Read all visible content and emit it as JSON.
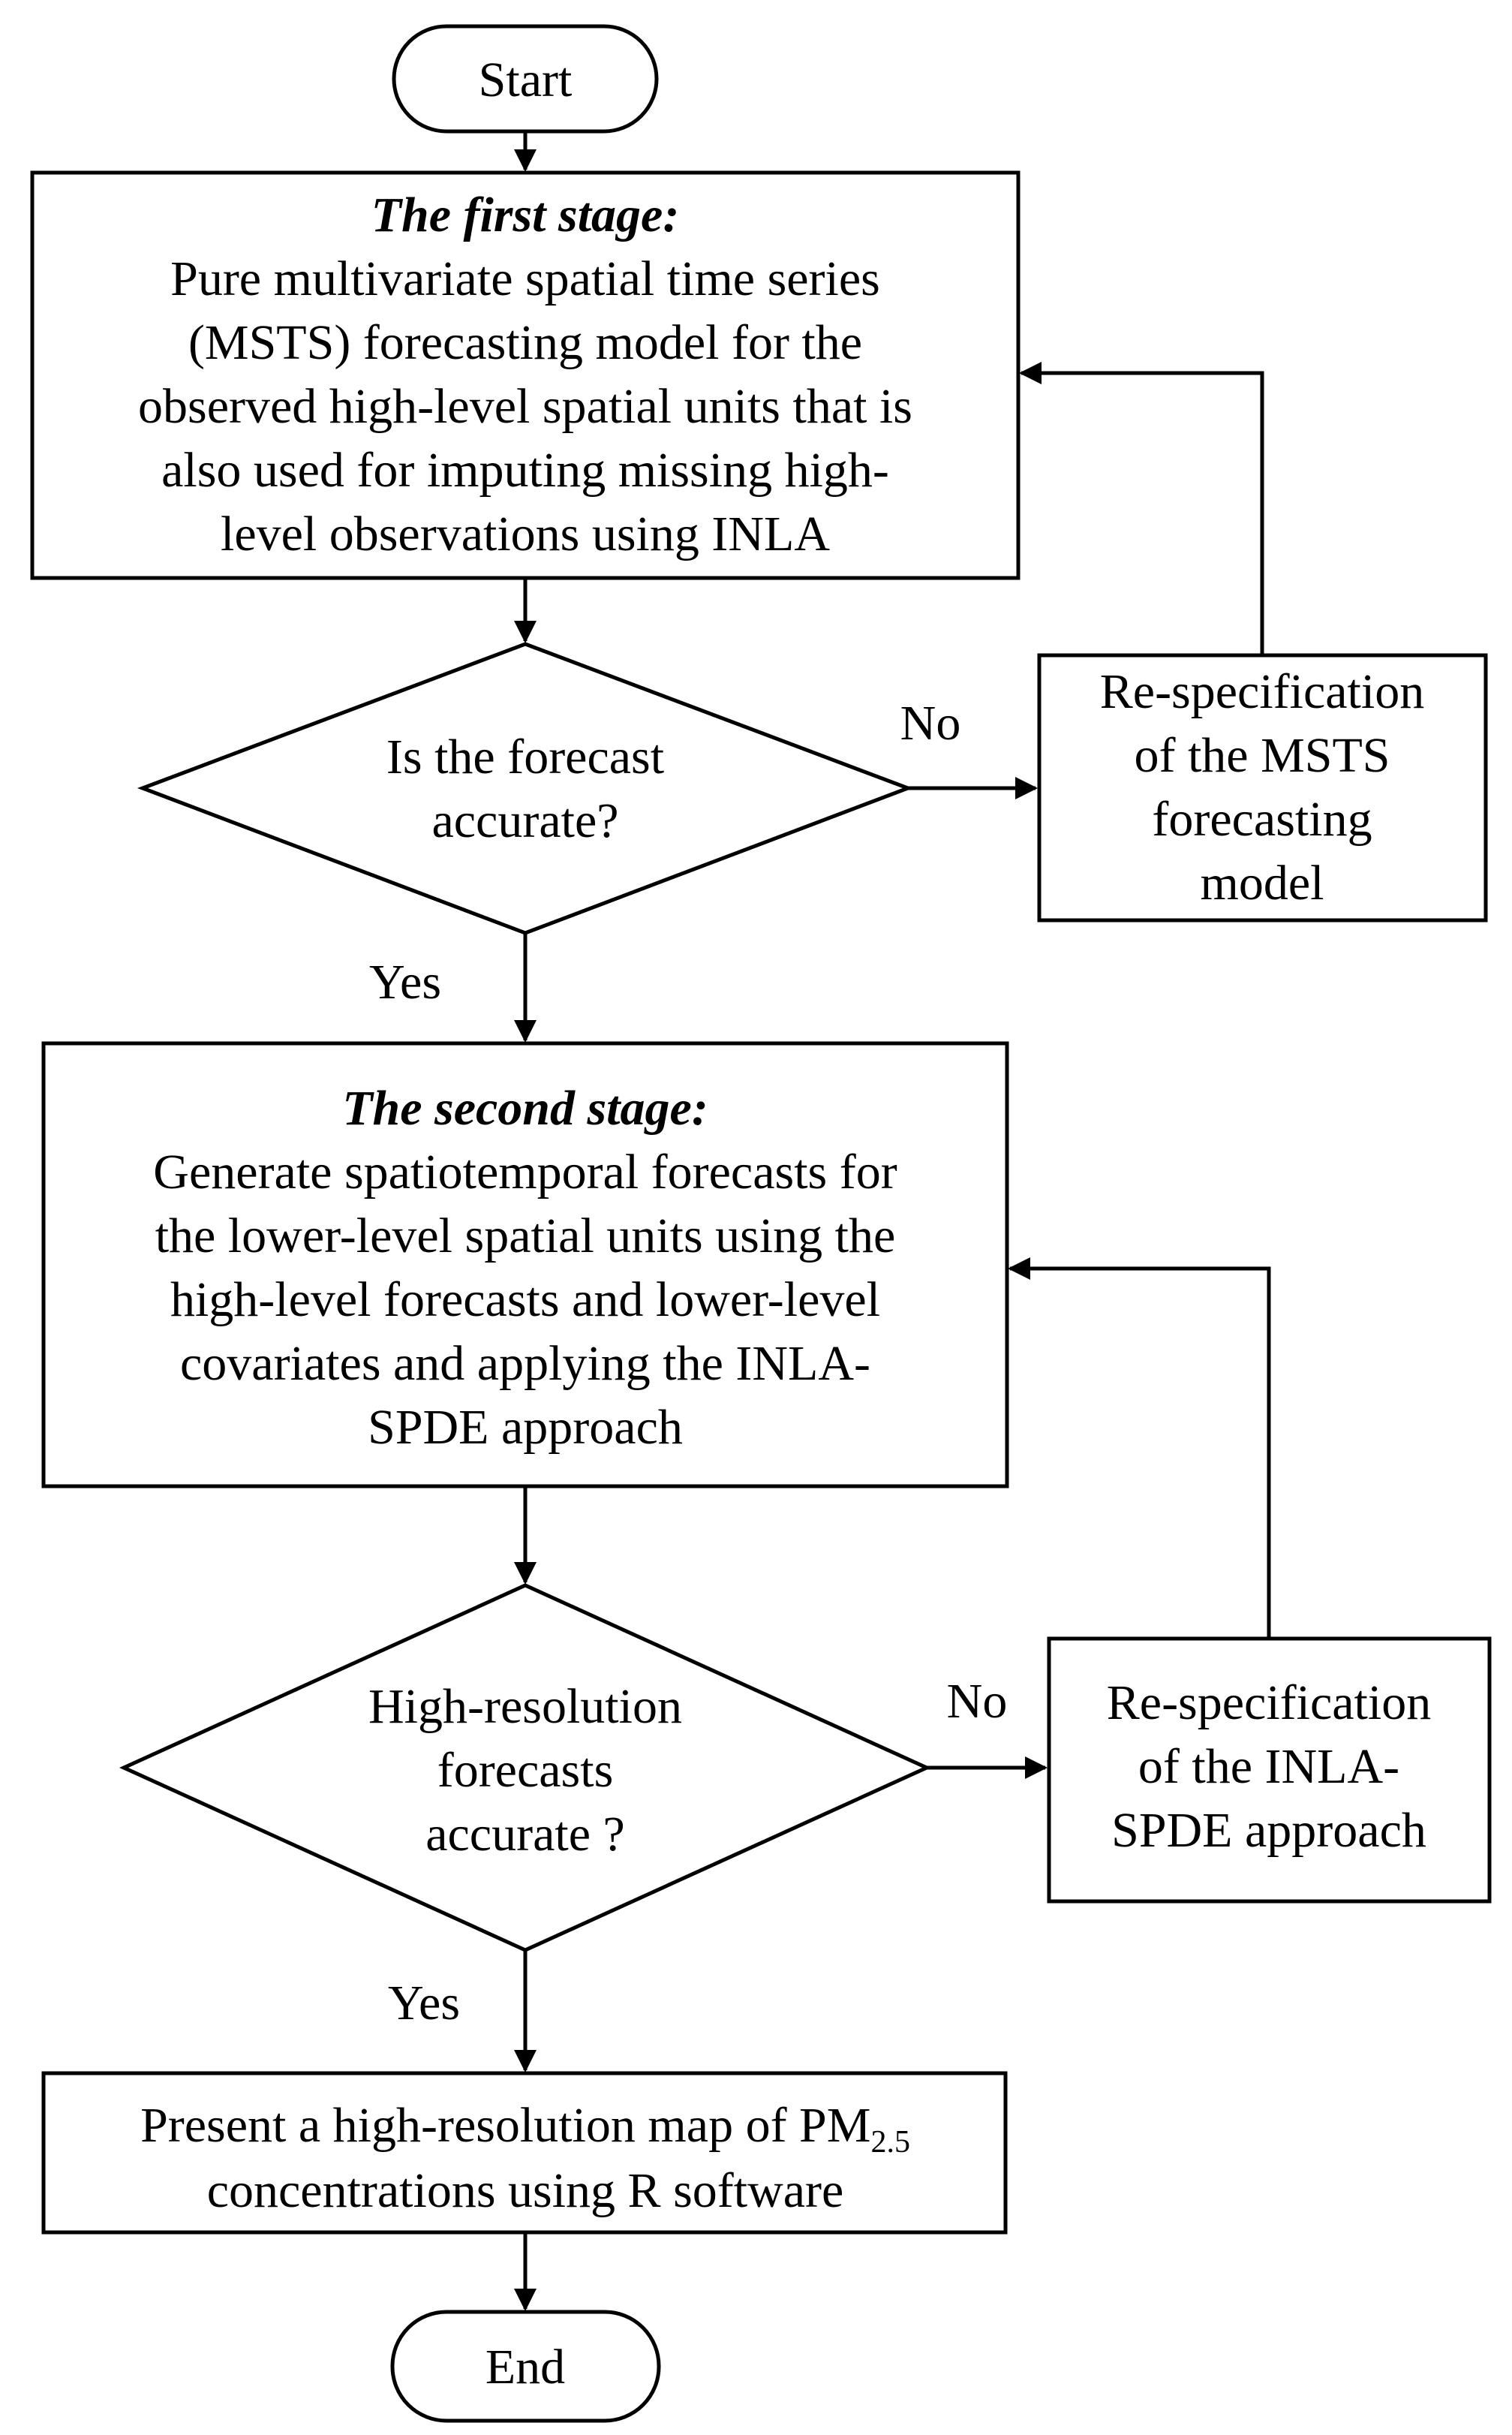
{
  "start": "Start",
  "stage1": {
    "title": "The first stage:",
    "lines": [
      "Pure multivariate spatial time series",
      "(MSTS)  forecasting model for the",
      "observed high-level spatial units that is",
      "also used for imputing missing high-",
      "level observations using INLA"
    ]
  },
  "decision1": {
    "lines": [
      "Is the forecast",
      "accurate?"
    ],
    "no": "No",
    "yes": "Yes"
  },
  "respec1": {
    "lines": [
      "Re-specification",
      "of the MSTS",
      "forecasting",
      "model"
    ]
  },
  "stage2": {
    "title": "The second stage:",
    "lines": [
      "Generate spatiotemporal forecasts for",
      "the lower-level spatial units using the",
      "high-level forecasts and lower-level",
      "covariates and applying the INLA-",
      "SPDE approach"
    ]
  },
  "decision2": {
    "lines": [
      "High-resolution",
      "forecasts",
      "accurate ?"
    ],
    "no": "No",
    "yes": "Yes"
  },
  "respec2": {
    "lines": [
      "Re-specification",
      "of the INLA-",
      "SPDE approach"
    ]
  },
  "present": {
    "line1_main": "Present a high-resolution map of PM",
    "line1_sub": "2.5",
    "line2": "concentrations using R software"
  },
  "end": "End"
}
